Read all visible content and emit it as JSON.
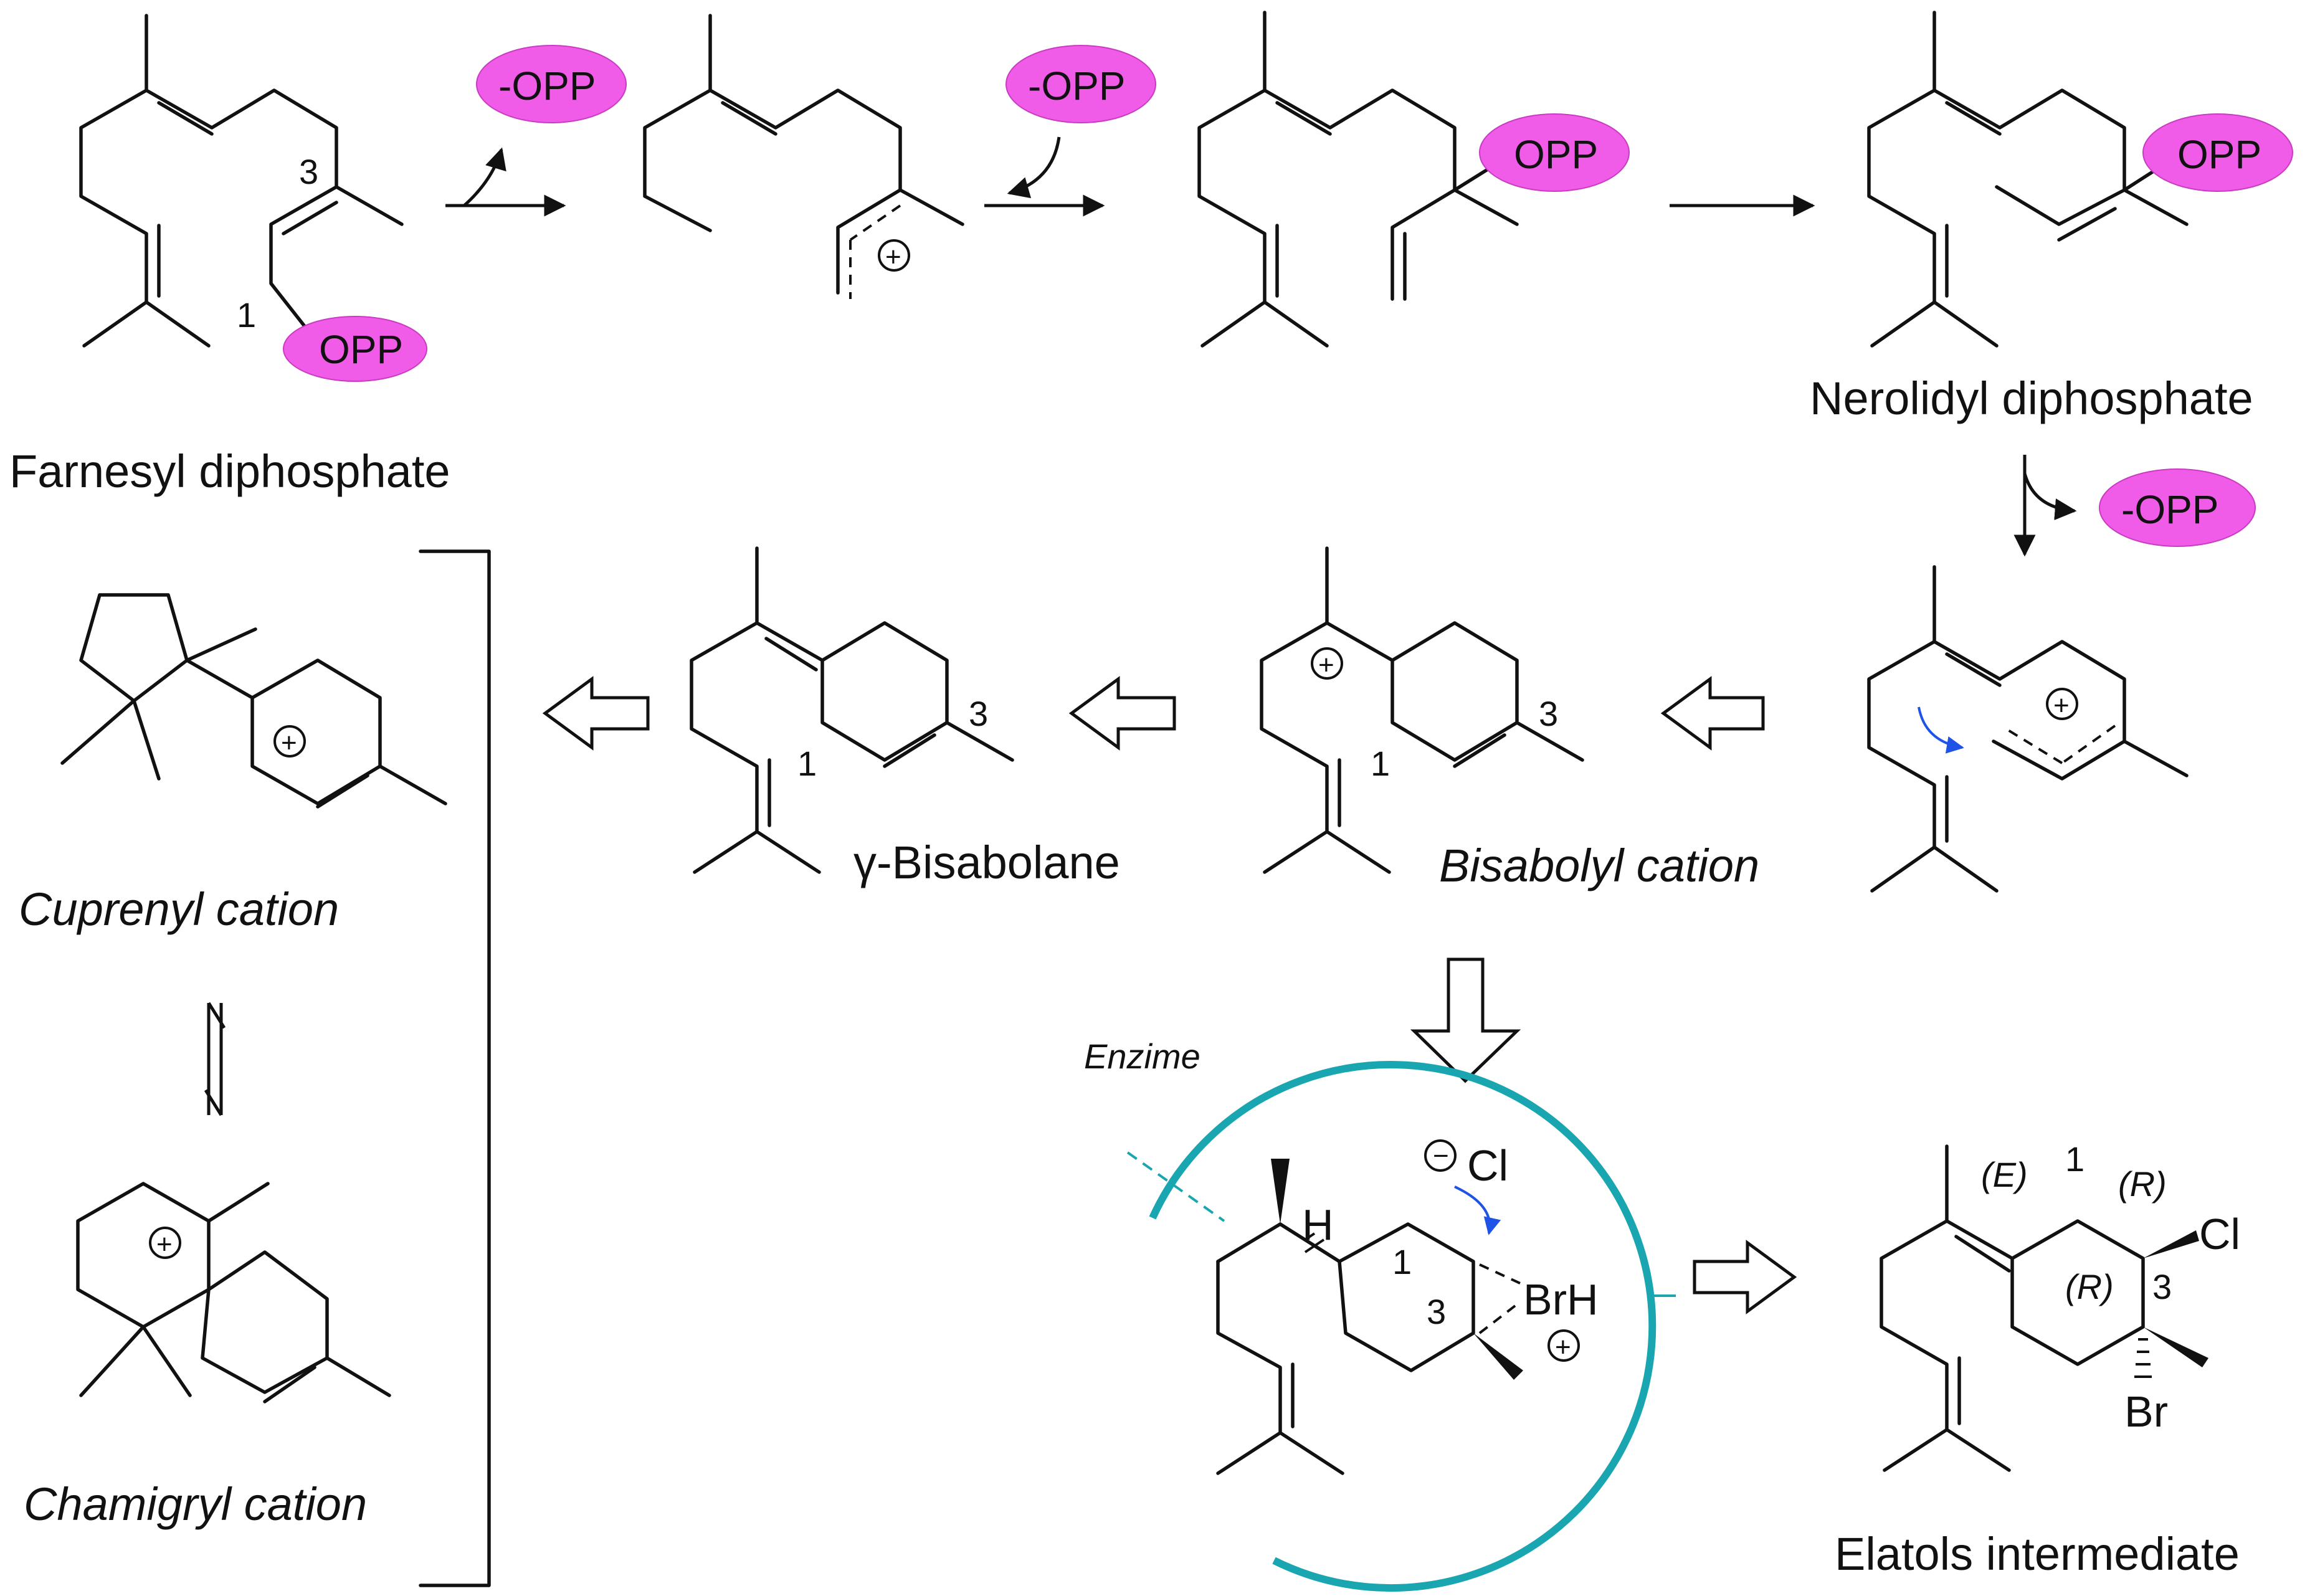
{
  "colors": {
    "opp_fill": "#f05ce8",
    "enzyme": "#1aa6b0",
    "chlorine": "#3a9a4a",
    "bromine": "#e06a5c",
    "electron_arrow": "#1f52e6",
    "highlight_label": "#1f3fd9"
  },
  "leaving_group": "-OPP",
  "substituent": "OPP",
  "compounds": {
    "farnesyl": "Farnesyl diphosphate",
    "nerolidyl": "Nerolidyl diphosphate",
    "bisabolene": "γ-Bisabolane",
    "bisabolyl": "Bisabolyl cation",
    "cuprenyl": "Cuprenyl cation",
    "chamigryl": "Chamigryl cation",
    "elatol": "Elatols intermediate"
  },
  "enzyme_label": "Enzime",
  "atoms": {
    "chloride": "Cl",
    "bromonium": "BrH",
    "hydrogen": "H",
    "chlorine": "Cl",
    "bromine": "Br",
    "plus": "+",
    "minus": "−"
  },
  "locants": {
    "c1": "1",
    "c3": "3"
  },
  "stereo": {
    "e": "(E)",
    "r": "(R)"
  }
}
